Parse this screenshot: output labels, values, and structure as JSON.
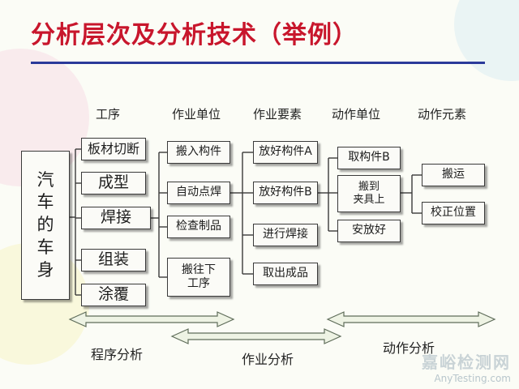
{
  "title": "分析层次及分析技术（举例）",
  "headers": [
    "工序",
    "作业单位",
    "作业要素",
    "动作单位",
    "动作元素"
  ],
  "root": [
    "汽",
    "车",
    "的",
    "车",
    "身"
  ],
  "processes": [
    "板材切断",
    "成型",
    "焊接",
    "组装",
    "涂覆"
  ],
  "work_units": [
    "搬入构件",
    "自动点焊",
    "检查制品",
    [
      "搬往下",
      "工序"
    ]
  ],
  "work_elements": [
    "放好构件A",
    "放好构件B",
    "进行焊接",
    "取出成品"
  ],
  "motion_units": [
    "取构件B",
    [
      "搬到",
      "夹具上"
    ],
    "安放好"
  ],
  "motion_elements": [
    "搬运",
    "校正位置"
  ],
  "analysis": {
    "process": "程序分析",
    "work": "作业分析",
    "motion": "动作分析"
  },
  "watermark": {
    "main": "嘉峪检测网",
    "sub": "AnyTesting.com"
  },
  "colors": {
    "title": "#c8162c",
    "rule": "#2b3a9a"
  }
}
